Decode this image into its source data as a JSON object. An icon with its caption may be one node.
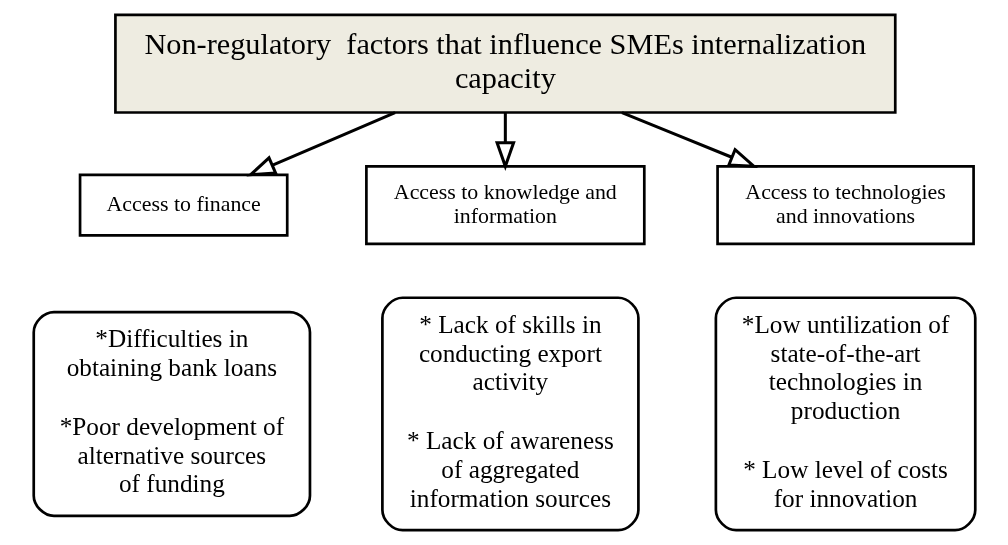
{
  "diagram": {
    "nodes": [
      {
        "text": [
          "Non-regulatory  factors that influence SMEs internalization capacity"
        ]
      },
      {
        "text": [
          "Access to finance"
        ]
      },
      {
        "text": [
          "*Difficulties in obtaining bank loans",
          "*Poor development of alternative sources of funding"
        ]
      },
      {
        "text": [
          "Access to knowledge and information"
        ]
      },
      {
        "text": [
          "* Lack of skills in conducting export activity",
          "* Lack of awareness of aggregated information sources"
        ]
      },
      {
        "text": [
          "Access to technologies and innovations"
        ]
      },
      {
        "text": [
          "*Low untilization of state-of-the-art technologies in production",
          "* Low level of costs for innovation"
        ]
      }
    ],
    "edges": [
      {
        "from": 0,
        "to": 1,
        "arrow": "to"
      },
      {
        "from": 0,
        "to": 3,
        "arrow": "to"
      },
      {
        "from": 0,
        "to": 5,
        "arrow": "to"
      }
    ]
  }
}
